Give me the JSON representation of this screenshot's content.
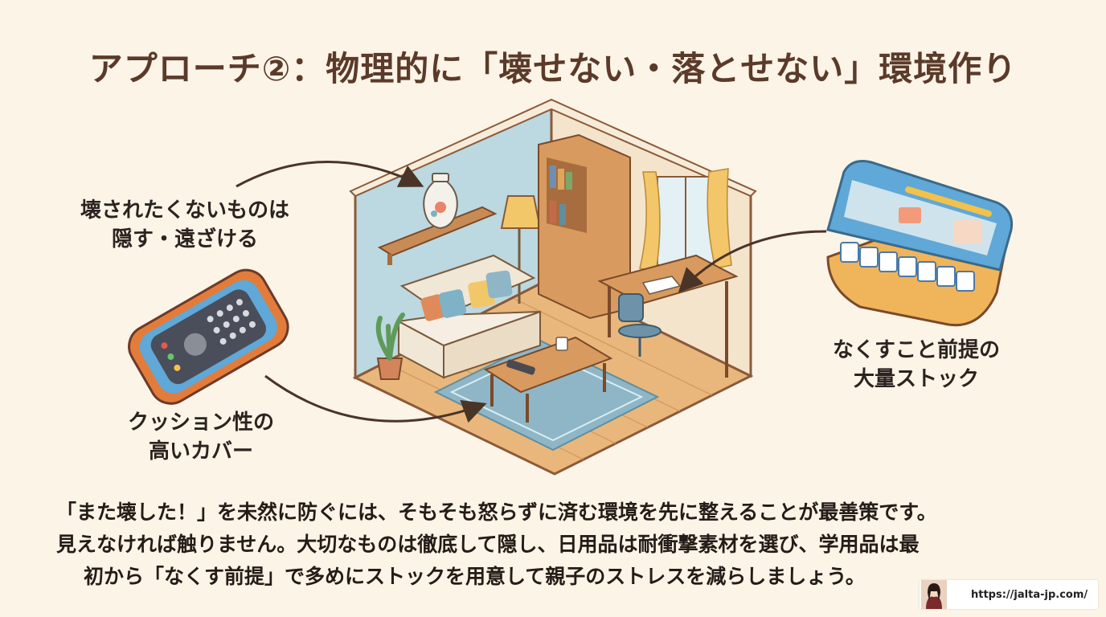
{
  "title": "アプローチ②：物理的に「壊せない・落とせない」環境作り",
  "labels": {
    "hide": [
      "壊されたくないものは",
      "隠す・遠ざける"
    ],
    "cover": [
      "クッション性の",
      "高いカバー"
    ],
    "stock": [
      "なくすこと前提の",
      "大量ストック"
    ]
  },
  "body": [
    "「また壊した！」を未然に防ぐには、そもそも怒らずに済む環境を先に整えることが最善策です。",
    "見えなければ触りません。大切なものは徹底して隠し、日用品は耐衝撃素材を選び、学用品は最",
    "初から「なくす前提」で多めにストックを用意して親子のストレスを減らしましょう。"
  ],
  "footer": {
    "url": "https://jalta-jp.com/"
  },
  "colors": {
    "background": "#fcf4e6",
    "title": "#5b3a2a",
    "wall": "#bcd8e0",
    "floor": "#e9b77c"
  }
}
